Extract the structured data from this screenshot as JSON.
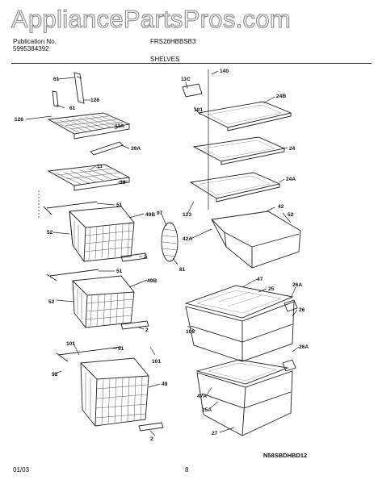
{
  "watermark": "AppliancePartsPros.com",
  "header": {
    "publication_label": "Publication No.",
    "publication_no": "5995384392",
    "model": "FRS26HBBSB3",
    "section": "SHELVES"
  },
  "footer": {
    "date": "01/03",
    "page": "8",
    "drawing_id": "N58SBDHBD12"
  },
  "callouts": [
    "61",
    "126",
    "61",
    "126",
    "11C",
    "101",
    "140",
    "24B",
    "11A",
    "39A",
    "24",
    "11",
    "39",
    "24A",
    "51",
    "49B",
    "97",
    "123",
    "42",
    "52",
    "52",
    "42A",
    "2",
    "81",
    "51",
    "49B",
    "47",
    "25",
    "26A",
    "52",
    "26",
    "2",
    "108",
    "101",
    "51",
    "101",
    "26A",
    "52",
    "49",
    "47A",
    "25A",
    "27",
    "2"
  ]
}
